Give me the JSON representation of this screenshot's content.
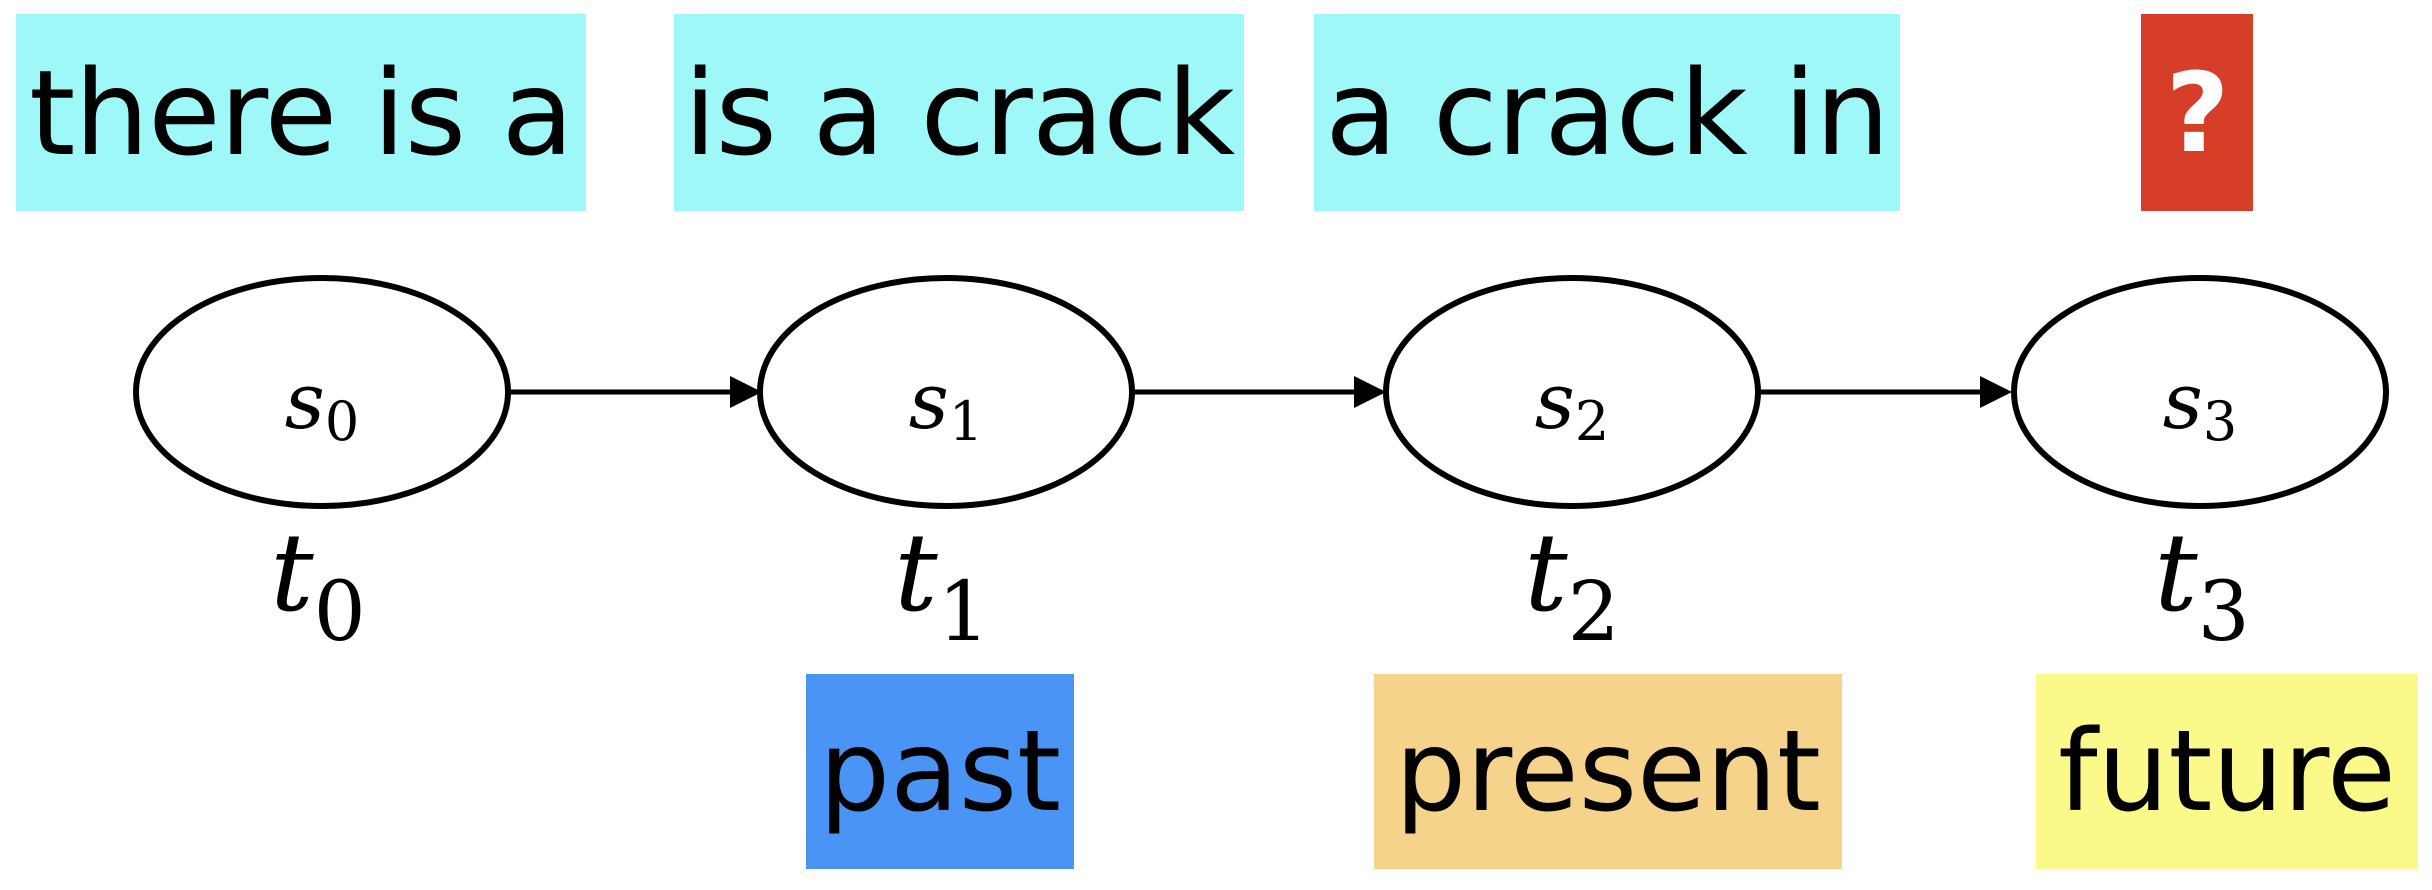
{
  "context_words": [
    {
      "text": "there is a",
      "color": "#9ff8f8"
    },
    {
      "text": "is a crack",
      "color": "#9ff8f8"
    },
    {
      "text": "a crack in",
      "color": "#9ff8f8"
    },
    {
      "text": "?",
      "color": "#d63e28"
    }
  ],
  "states": [
    {
      "symbol": "s",
      "sub": "0"
    },
    {
      "symbol": "s",
      "sub": "1"
    },
    {
      "symbol": "s",
      "sub": "2"
    },
    {
      "symbol": "s",
      "sub": "3"
    }
  ],
  "times": [
    {
      "symbol": "t",
      "sub": "0"
    },
    {
      "symbol": "t",
      "sub": "1"
    },
    {
      "symbol": "t",
      "sub": "2"
    },
    {
      "symbol": "t",
      "sub": "3"
    }
  ],
  "tenses": [
    {
      "text": "past",
      "color": "#4a94f5"
    },
    {
      "text": "present",
      "color": "#f5d38a"
    },
    {
      "text": "future",
      "color": "#faf98a"
    }
  ]
}
